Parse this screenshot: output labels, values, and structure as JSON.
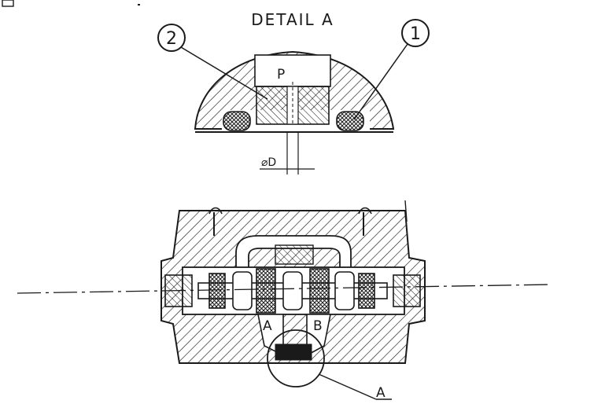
{
  "diagram": {
    "title": "DETAIL A",
    "callout_1": "1",
    "callout_2": "2",
    "pressure_port": "P",
    "diameter_label": "⌀D",
    "port_a": "A",
    "port_b": "B",
    "detail_reference": "A"
  },
  "colors": {
    "line": "#1a1a1a",
    "background": "#ffffff"
  }
}
